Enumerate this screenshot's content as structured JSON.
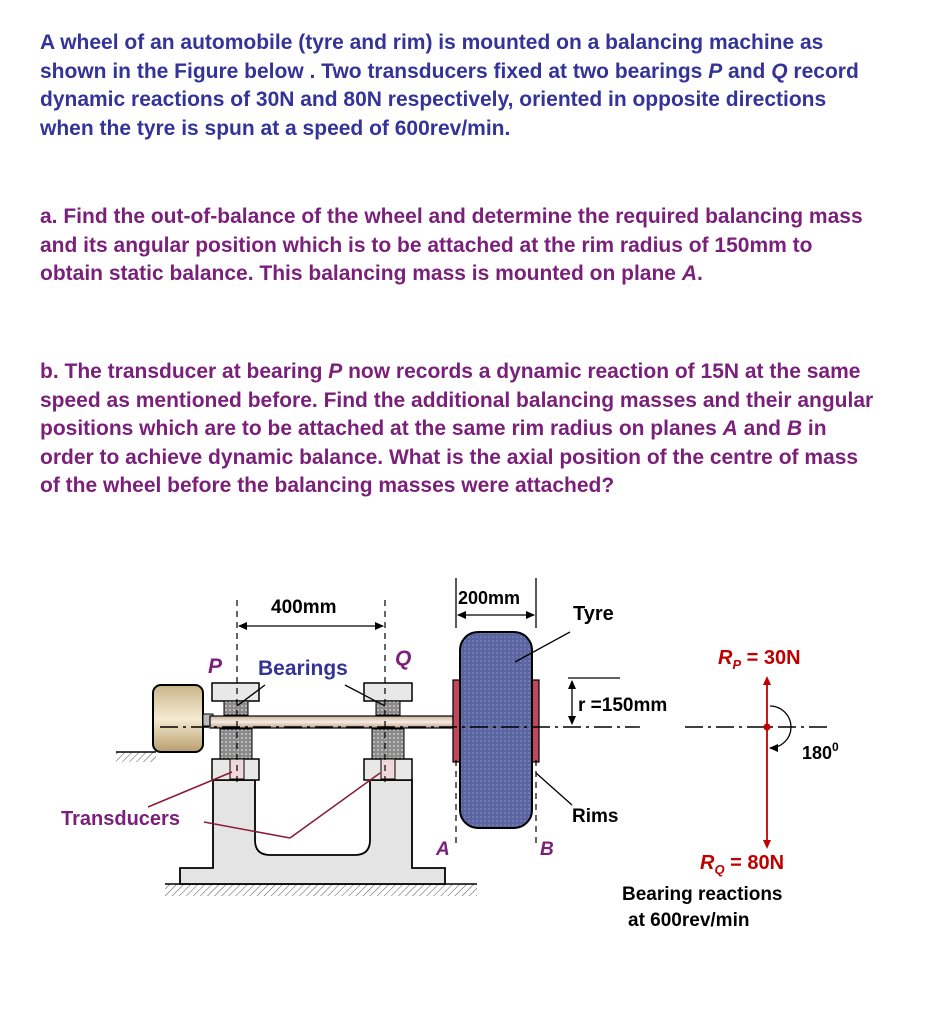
{
  "question": {
    "intro": "A wheel of an automobile (tyre and rim) is mounted on a balancing machine as shown in the Figure below . Two transducers fixed at two bearings P and Q record dynamic reactions of 30N and 80N respectively, oriented in opposite directions when the tyre is spun at a speed of 600rev/min.",
    "part_a": "a. Find the out-of-balance of the wheel and determine the required balancing mass and its angular position which is to be attached at the rim radius of 150mm to obtain static balance. This balancing mass is mounted on plane A.",
    "part_b": "b. The transducer at bearing P now records a dynamic reaction of 15N at the same speed as mentioned before. Find the additional balancing masses and their angular positions which are to be attached at the same rim radius on planes A and B in order to achieve dynamic balance. What is the axial position of the centre of mass of the wheel before the balancing masses were attached?"
  },
  "figure": {
    "dim_bearings": "400mm",
    "dim_wheel": "200mm",
    "label_tyre": "Tyre",
    "label_P": "P",
    "label_Q": "Q",
    "label_bearings": "Bearings",
    "label_radius": "r =150mm",
    "label_rims": "Rims",
    "label_transducers": "Transducers",
    "label_A": "A",
    "label_B": "B",
    "rp": "RP = 30N",
    "rq": "RQ = 80N",
    "angle": "1800",
    "reactions_line1": "Bearing reactions",
    "reactions_line2": "at 600rev/min"
  },
  "colors": {
    "intro_text": "#333399",
    "part_text": "#7a1f7a",
    "leader_lines": "#8b1a3a",
    "reaction_arrows": "#c00000",
    "tyre_fill": "#5a64a0",
    "base_fill": "#e4e4e4",
    "shaft_fill": "#ead9c8"
  }
}
